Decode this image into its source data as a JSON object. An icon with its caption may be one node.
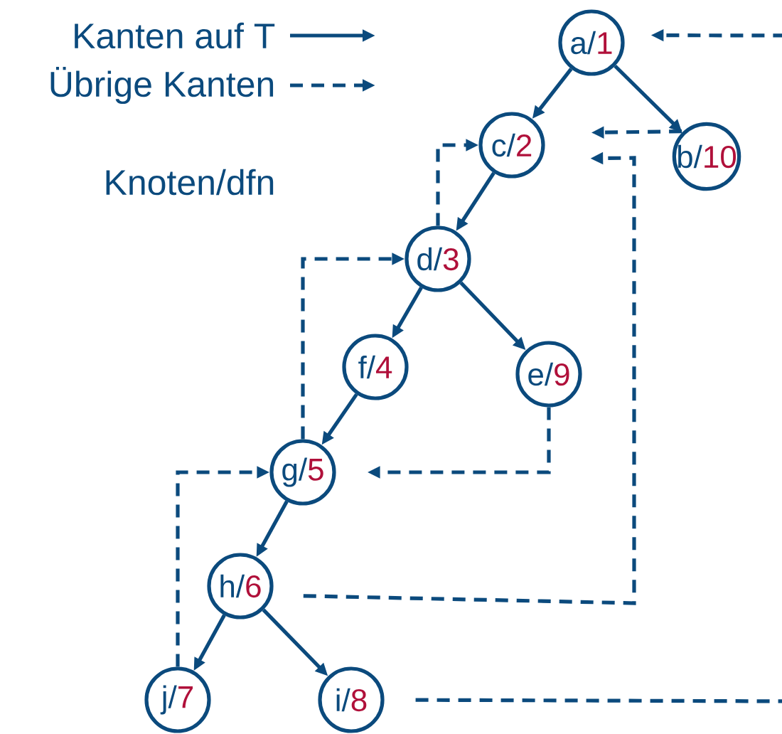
{
  "diagram": {
    "nodes": [
      {
        "text": [
          "a/",
          "1"
        ]
      },
      {
        "text": [
          "c/",
          "2"
        ]
      },
      {
        "text": [
          "b/",
          "10"
        ]
      },
      {
        "text": [
          "d/",
          "3"
        ]
      },
      {
        "text": [
          "f/",
          "4"
        ]
      },
      {
        "text": [
          "e/",
          "9"
        ]
      },
      {
        "text": [
          "g/",
          "5"
        ]
      },
      {
        "text": [
          "h/",
          "6"
        ]
      },
      {
        "text": [
          "j/",
          "7"
        ]
      },
      {
        "text": [
          "i/",
          "8"
        ]
      }
    ],
    "edges": [
      {
        "from": 0,
        "to": 1,
        "arrow": "to"
      },
      {
        "from": 0,
        "to": 2,
        "arrow": "to"
      },
      {
        "from": 1,
        "to": 3,
        "arrow": "to"
      },
      {
        "from": 3,
        "to": 4,
        "arrow": "to"
      },
      {
        "from": 3,
        "to": 5,
        "arrow": "to"
      },
      {
        "from": 4,
        "to": 6,
        "arrow": "to"
      },
      {
        "from": 6,
        "to": 7,
        "arrow": "to"
      },
      {
        "from": 7,
        "to": 8,
        "arrow": "to"
      },
      {
        "from": 7,
        "to": 9,
        "arrow": "to"
      },
      {
        "from": 3,
        "to": 1,
        "arrow": "to",
        "style": "dashed"
      },
      {
        "from": 6,
        "to": 3,
        "arrow": "to",
        "style": "dashed"
      },
      {
        "from": 8,
        "to": 6,
        "arrow": "to",
        "style": "dashed"
      },
      {
        "from": 5,
        "to": 6,
        "arrow": "to",
        "style": "dashed"
      },
      {
        "from": 7,
        "to": 1,
        "arrow": "to",
        "style": "dashed"
      },
      {
        "from": 2,
        "to": 1,
        "arrow": "to",
        "style": "dashed"
      },
      {
        "from": 9,
        "to": 0,
        "arrow": "to",
        "style": "dashed"
      }
    ],
    "labels": [
      "Knoten/dfn"
    ],
    "legend": [
      {
        "text": "Kanten auf T"
      },
      {
        "text": "Übrige Kanten"
      }
    ]
  }
}
